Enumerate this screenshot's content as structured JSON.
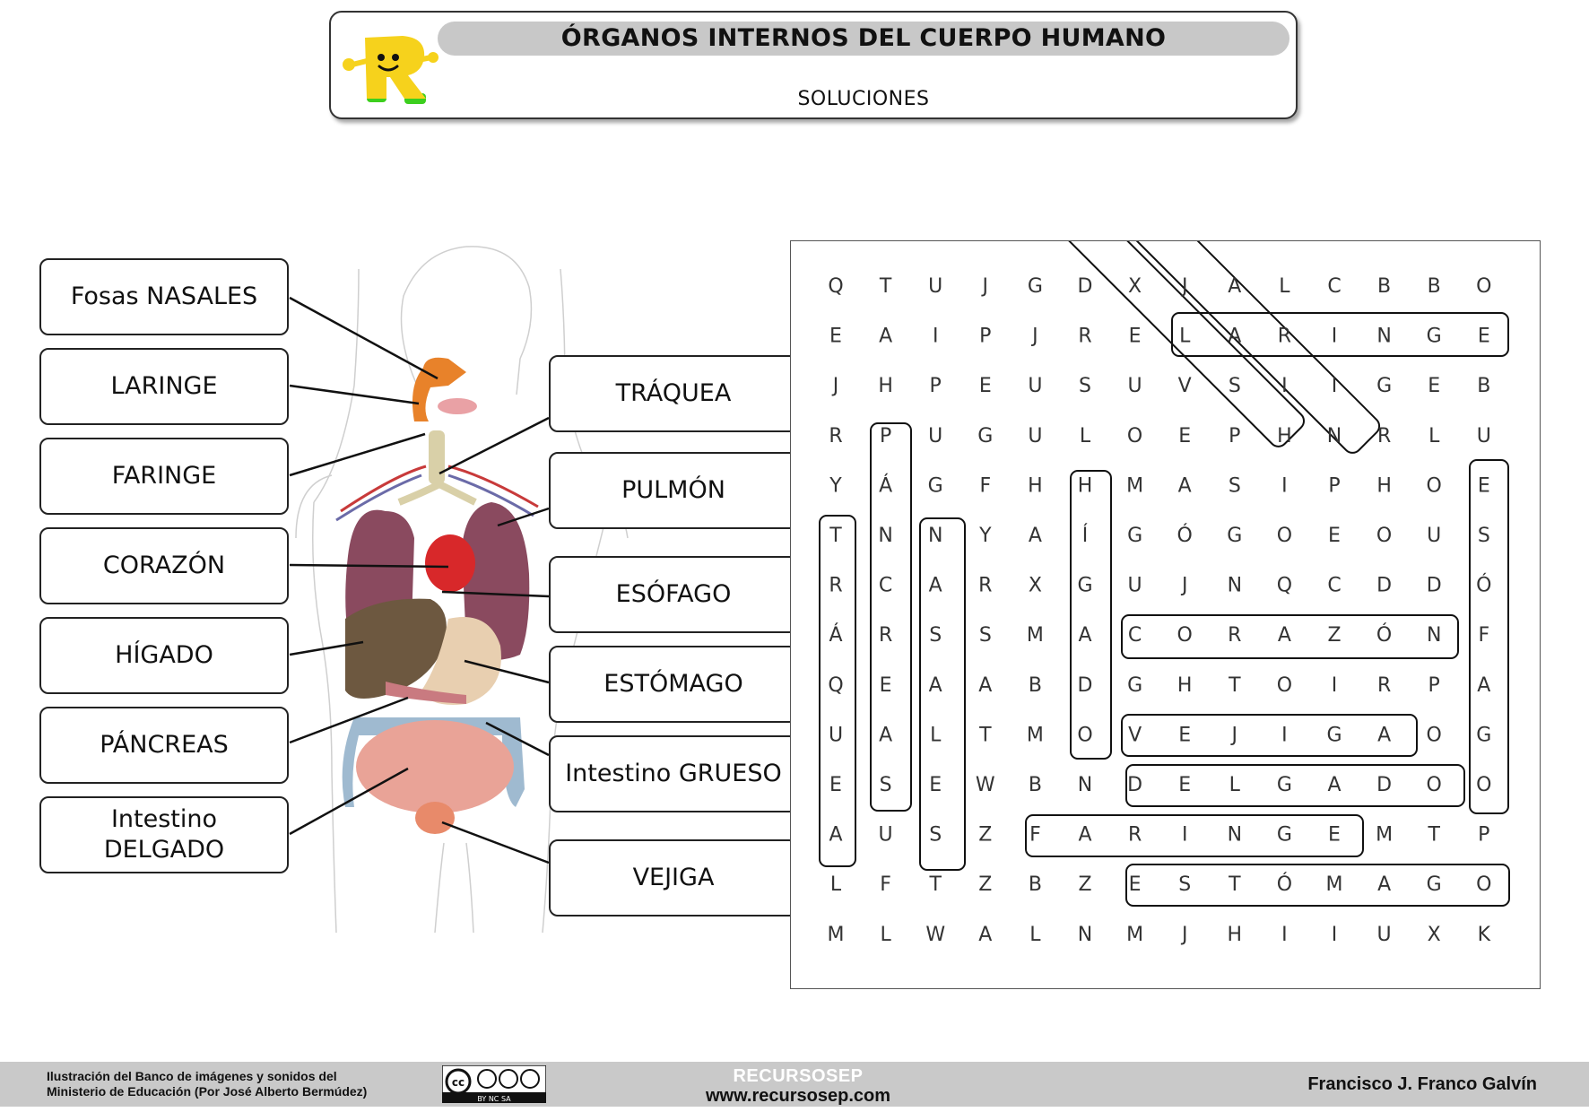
{
  "header": {
    "title": "ÓRGANOS INTERNOS DEL CUERPO HUMANO",
    "subtitle": "SOLUCIONES"
  },
  "labels_left": [
    {
      "text": "Fosas NASALES"
    },
    {
      "text": "LARINGE"
    },
    {
      "text": "FARINGE"
    },
    {
      "text": "CORAZÓN"
    },
    {
      "text": "HÍGADO"
    },
    {
      "text": "PÁNCREAS"
    },
    {
      "line1": "Intestino",
      "line2": "DELGADO"
    }
  ],
  "labels_right": [
    {
      "text": "TRÁQUEA"
    },
    {
      "text": "PULMÓN"
    },
    {
      "text": "ESÓFAGO"
    },
    {
      "text": "ESTÓMAGO"
    },
    {
      "text": "Intestino GRUESO"
    },
    {
      "text": "VEJIGA"
    }
  ],
  "word_search": {
    "rows": [
      [
        "Q",
        "T",
        "U",
        "J",
        "G",
        "D",
        "X",
        "J",
        "A",
        "L",
        "C",
        "B",
        "B",
        "O"
      ],
      [
        "E",
        "A",
        "I",
        "P",
        "J",
        "R",
        "E",
        "L",
        "A",
        "R",
        "I",
        "N",
        "G",
        "E"
      ],
      [
        "J",
        "H",
        "P",
        "E",
        "U",
        "S",
        "U",
        "V",
        "S",
        "I",
        "I",
        "G",
        "E",
        "B"
      ],
      [
        "R",
        "P",
        "U",
        "G",
        "U",
        "L",
        "O",
        "E",
        "P",
        "H",
        "N",
        "R",
        "L",
        "U"
      ],
      [
        "Y",
        "Á",
        "G",
        "F",
        "H",
        "H",
        "M",
        "A",
        "S",
        "I",
        "P",
        "H",
        "O",
        "E"
      ],
      [
        "T",
        "N",
        "N",
        "Y",
        "A",
        "Í",
        "G",
        "Ó",
        "G",
        "O",
        "E",
        "O",
        "U",
        "S"
      ],
      [
        "R",
        "C",
        "A",
        "R",
        "X",
        "G",
        "U",
        "J",
        "N",
        "Q",
        "C",
        "D",
        "D",
        "Ó"
      ],
      [
        "Á",
        "R",
        "S",
        "S",
        "M",
        "A",
        "C",
        "O",
        "R",
        "A",
        "Z",
        "Ó",
        "N",
        "F"
      ],
      [
        "Q",
        "E",
        "A",
        "A",
        "B",
        "D",
        "G",
        "H",
        "T",
        "O",
        "I",
        "R",
        "P",
        "A"
      ],
      [
        "U",
        "A",
        "L",
        "T",
        "M",
        "O",
        "V",
        "E",
        "J",
        "I",
        "G",
        "A",
        "O",
        "G"
      ],
      [
        "E",
        "S",
        "E",
        "W",
        "B",
        "N",
        "D",
        "E",
        "L",
        "G",
        "A",
        "D",
        "O",
        "O"
      ],
      [
        "A",
        "U",
        "S",
        "Z",
        "F",
        "A",
        "R",
        "I",
        "N",
        "G",
        "E",
        "M",
        "T",
        "P"
      ],
      [
        "L",
        "F",
        "T",
        "Z",
        "B",
        "Z",
        "E",
        "S",
        "T",
        "Ó",
        "M",
        "A",
        "G",
        "O"
      ],
      [
        "M",
        "L",
        "W",
        "A",
        "L",
        "N",
        "M",
        "J",
        "H",
        "I",
        "I",
        "U",
        "X",
        "K"
      ]
    ]
  },
  "footer": {
    "credit_line1": "Ilustración del Banco de imágenes y sonidos del",
    "credit_line2": "Ministerio de Educación (Por José Alberto Bermúdez)",
    "license": "BY NC SA",
    "brand": "RECURSOSEP",
    "url": "www.recursosep.com",
    "author": "Francisco J. Franco Galvín"
  },
  "colors": {
    "title_bar": "#c8c8c8",
    "footer_bg": "#c9c9c9",
    "logo_yellow": "#f6d21c",
    "logo_green": "#3ccf1e"
  }
}
